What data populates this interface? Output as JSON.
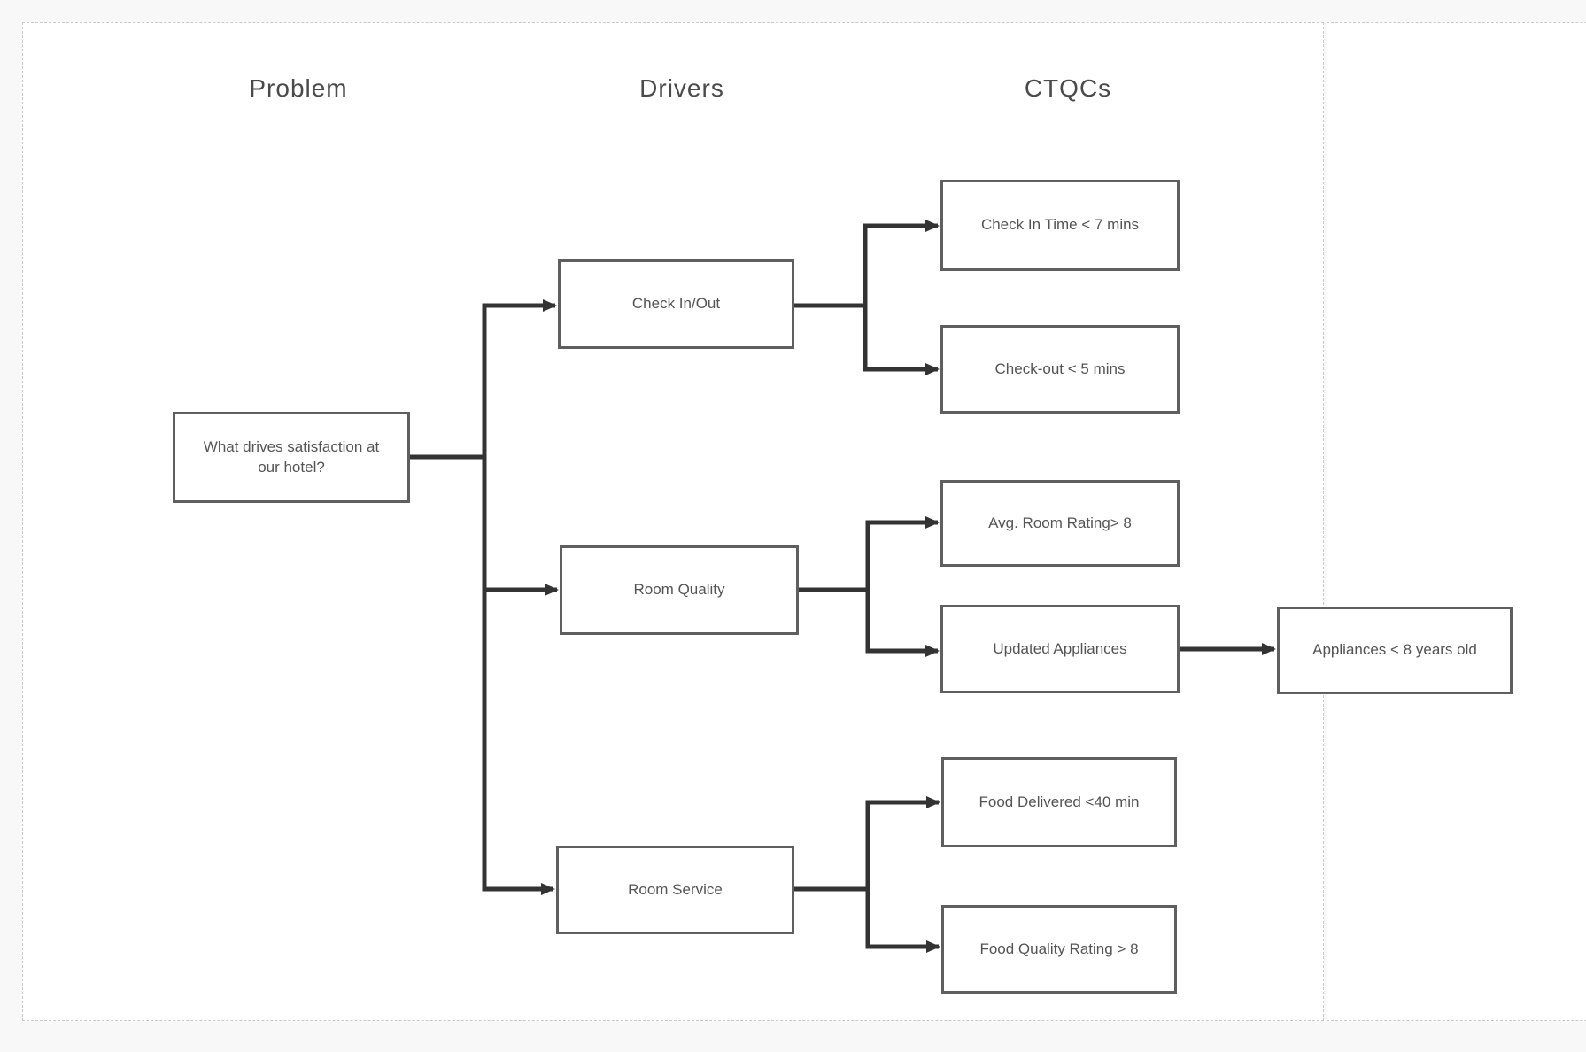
{
  "diagram": {
    "type": "ctq-tree",
    "headers": {
      "problem": "Problem",
      "drivers": "Drivers",
      "ctqcs": "CTQCs"
    },
    "nodes": {
      "problem": {
        "label": "What drives satisfaction at our hotel?",
        "column": "problem"
      },
      "check_in_out": {
        "label": "Check In/Out",
        "column": "drivers"
      },
      "room_quality": {
        "label": "Room Quality",
        "column": "drivers"
      },
      "room_service": {
        "label": "Room Service",
        "column": "drivers"
      },
      "check_in_time": {
        "label": "Check In Time < 7 mins",
        "column": "ctqcs"
      },
      "check_out_time": {
        "label": "Check-out < 5 mins",
        "column": "ctqcs"
      },
      "avg_room_rating": {
        "label": "Avg. Room Rating> 8",
        "column": "ctqcs"
      },
      "updated_appliances": {
        "label": "Updated Appliances",
        "column": "ctqcs"
      },
      "food_delivered": {
        "label": "Food Delivered <40 min",
        "column": "ctqcs"
      },
      "food_quality": {
        "label": "Food Quality Rating > 8",
        "column": "ctqcs"
      },
      "appliances_age": {
        "label": "Appliances < 8 years old",
        "column": "beyond-ctqcs"
      }
    },
    "edges": [
      {
        "from": "problem",
        "to": "check_in_out"
      },
      {
        "from": "problem",
        "to": "room_quality"
      },
      {
        "from": "problem",
        "to": "room_service"
      },
      {
        "from": "check_in_out",
        "to": "check_in_time"
      },
      {
        "from": "check_in_out",
        "to": "check_out_time"
      },
      {
        "from": "room_quality",
        "to": "avg_room_rating"
      },
      {
        "from": "room_quality",
        "to": "updated_appliances"
      },
      {
        "from": "room_service",
        "to": "food_delivered"
      },
      {
        "from": "room_service",
        "to": "food_quality"
      },
      {
        "from": "updated_appliances",
        "to": "appliances_age"
      }
    ],
    "colors": {
      "node_border": "#5f5f5f",
      "node_fill": "#ffffff",
      "node_text": "#545454",
      "header_text": "#4a4a4a",
      "connector": "#333333",
      "page_background": "#ffffff",
      "outer_background": "#f8f8f8",
      "page_border_dashed": "#c9c9c9"
    }
  }
}
